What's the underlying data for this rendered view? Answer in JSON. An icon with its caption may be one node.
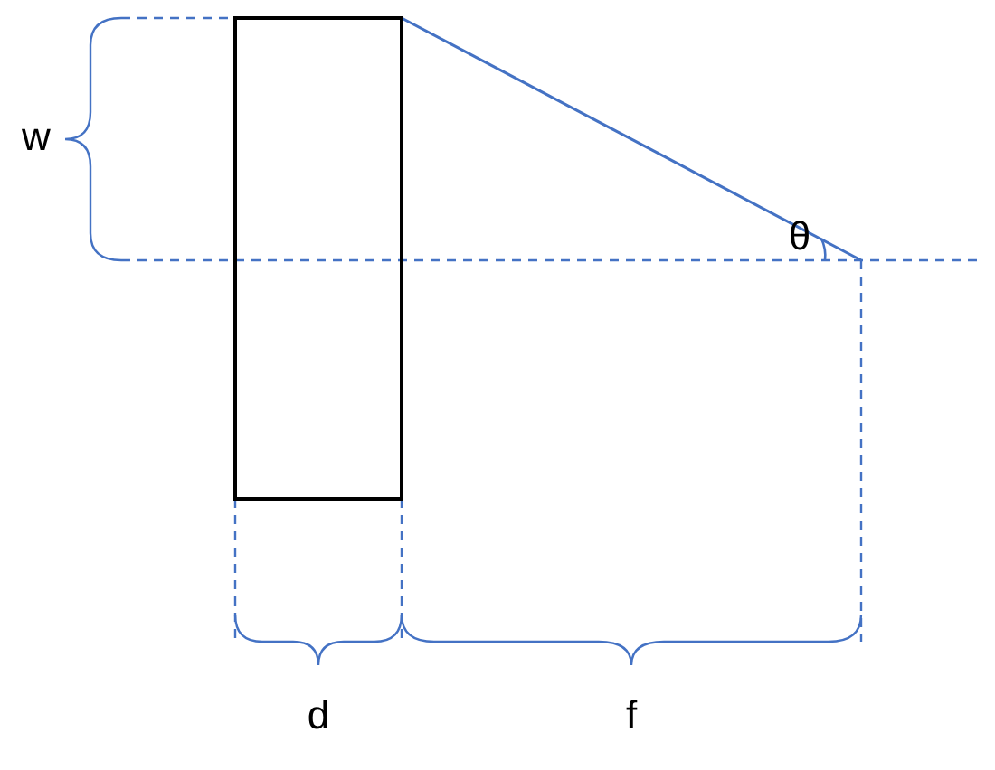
{
  "diagram": {
    "nodes": [
      {
        "text": [],
        "shape": "box"
      }
    ],
    "labels": [
      "w",
      "θ",
      "d",
      "f"
    ]
  }
}
